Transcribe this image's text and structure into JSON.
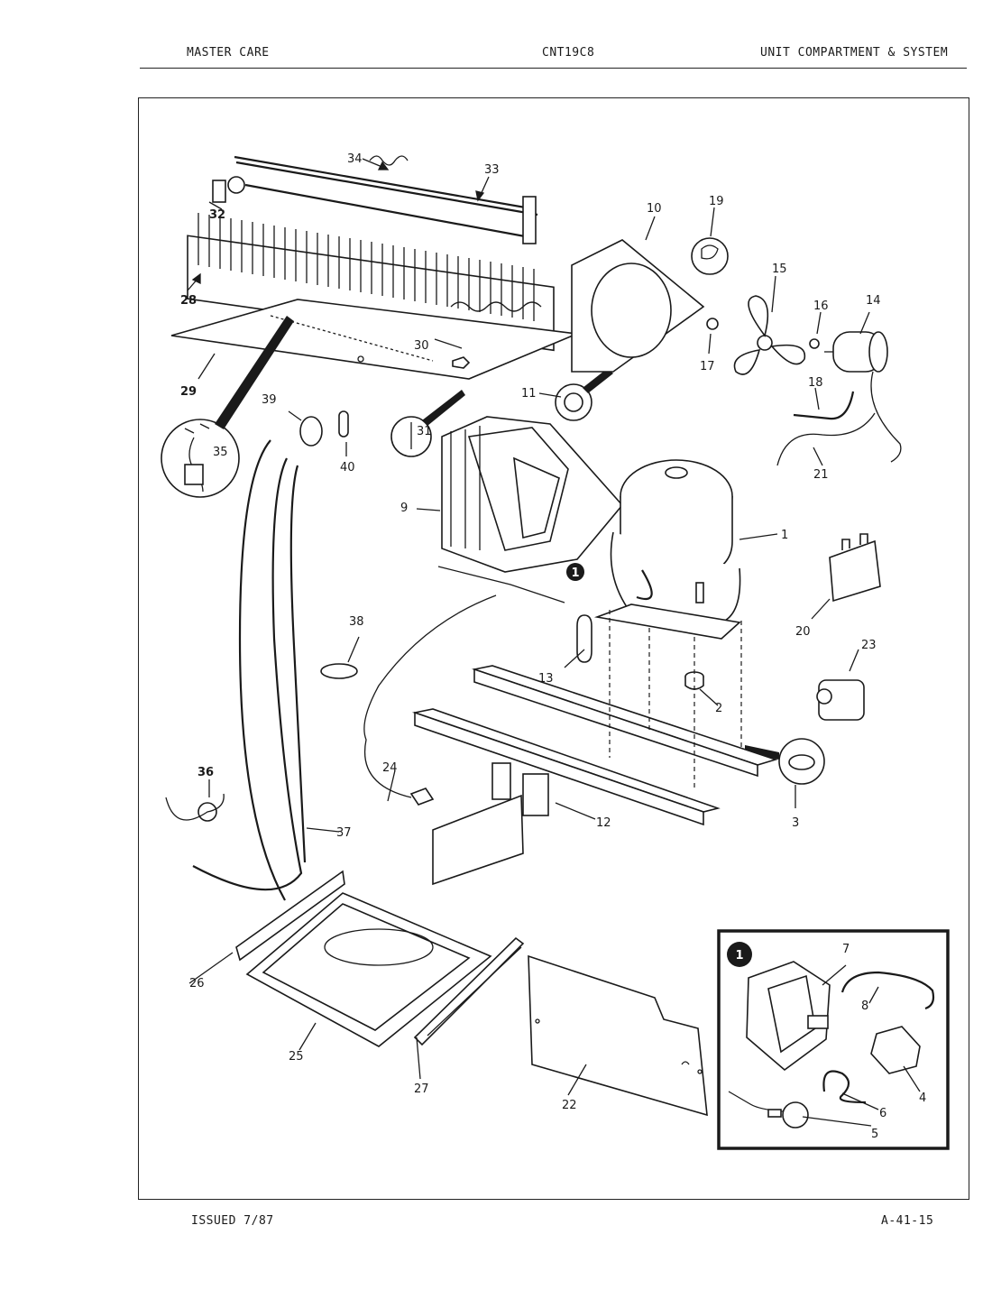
{
  "header": {
    "left": "MASTER CARE",
    "center": "CNT19C8",
    "right": "UNIT COMPARTMENT & SYSTEM"
  },
  "footer": {
    "issued": "ISSUED 7/87",
    "page": "A-41-15"
  },
  "callouts": {
    "c1": "1",
    "c2": "2",
    "c3": "3",
    "c4": "4",
    "c5": "5",
    "c6": "6",
    "c7": "7",
    "c8": "8",
    "c9": "9",
    "c10": "10",
    "c11": "11",
    "c12": "12",
    "c13": "13",
    "c14": "14",
    "c15": "15",
    "c16": "16",
    "c17": "17",
    "c18": "18",
    "c19": "19",
    "c20": "20",
    "c21": "21",
    "c22": "22",
    "c23": "23",
    "c24": "24",
    "c25": "25",
    "c26": "26",
    "c27": "27",
    "c28": "28",
    "c29": "29",
    "c30": "30",
    "c31": "31",
    "c32": "32",
    "c33": "33",
    "c34": "34",
    "c35": "35",
    "c36": "36",
    "c37": "37",
    "c38": "38",
    "c39": "39",
    "c40": "40"
  },
  "inset": {
    "marker": "1"
  },
  "marker_compressor": "1"
}
